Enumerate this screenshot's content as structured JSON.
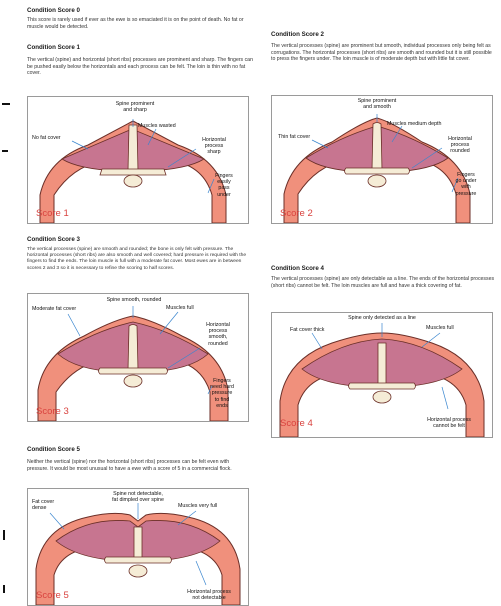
{
  "sections": [
    {
      "title": "Condition Score 0",
      "desc": "This score is rarely used if ever as the ewe is so emaciated it is on the point of death.  No fat or muscle would be detected."
    },
    {
      "title": "Condition Score 1",
      "desc": "The vertical (spine) and horizontal (short ribs) processes are prominent and sharp. The fingers can be pushed easily below the horizontals and each process can be felt.  The loin is thin with no fat cover.",
      "panel": {
        "score": "Score 1",
        "top": "Spine prominent\nand sharp",
        "fat": "No fat cover",
        "muscle": "Muscles  wasted",
        "horiz": "Horizontal\nprocess\nsharp",
        "fingers": "Fingers\neasily\npass\nunder"
      }
    },
    {
      "title": "Condition Score 2",
      "desc": "The vertical processes (spine) are prominent but smooth, individual processes only being felt as corrugations. The horizontal processes (short ribs) are smooth and rounded but it is still possible to press the fingers under. The loin muscle is of moderate depth but with little fat cover.",
      "panel": {
        "score": "Score 2",
        "top": "Spine prominent\nand smooth",
        "fat": "Thin  fat cover",
        "muscle": "Muscles medium  depth",
        "horiz": "Horizontal\nprocess\nrounded",
        "fingers": "Fingers\ngo under\nwith\npressure"
      }
    },
    {
      "title": "Condition Score 3",
      "desc": "The vertical processes (spine) are smooth and rounded; the bone is only felt with pressure. The horizontal processes (short ribs) are also smooth and well covered; hard pressure is required with the fingers to find the ends. The loin muscle is full with a moderate fat cover. Most ewes are in between scores 2 and 3 so it is necessary to refine the scoring to half scores.",
      "panel": {
        "score": "Score 3",
        "top": "Spine smooth, rounded",
        "fat": "Moderate  fat cover",
        "muscle": "Muscles full",
        "horiz": "Horizontal\nprocess\nsmooth,\nrounded",
        "fingers": "Fingers\nneed hard\npressure\nto find\nends"
      }
    },
    {
      "title": "Condition Score 4",
      "desc": "The vertical processes (spine) are only detectable as a line. The ends of the horizontal processes (short ribs) cannot be felt. The loin muscles are full and have a thick covering of fat.",
      "panel": {
        "score": "Score 4",
        "top": "Spine only detected as a line",
        "fat": "Fat cover thick",
        "muscle": "Muscles full",
        "horiz": "Horizontal process\ncannot be felt"
      }
    },
    {
      "title": "Condition Score 5",
      "desc": "Neither the vertical (spine) nor the horizontal (short ribs) processes can be felt even with pressure. It would be most unusual to have a ewe with a score of 5 in a commercial flock.",
      "panel": {
        "score": "Score 5",
        "top": "Spine not detectable,\nfat dimpled  over spine",
        "fat": "Fat cover\ndense",
        "muscle": "Muscles  very full",
        "horiz": "Horizontal  process\nnot detectable"
      }
    }
  ],
  "colors": {
    "fat": "#f0907c",
    "muscle": "#c77590",
    "bone": "#f5ecd6",
    "outline": "#6b2f28",
    "leader": "#3a86cf",
    "score": "#d9433f"
  }
}
